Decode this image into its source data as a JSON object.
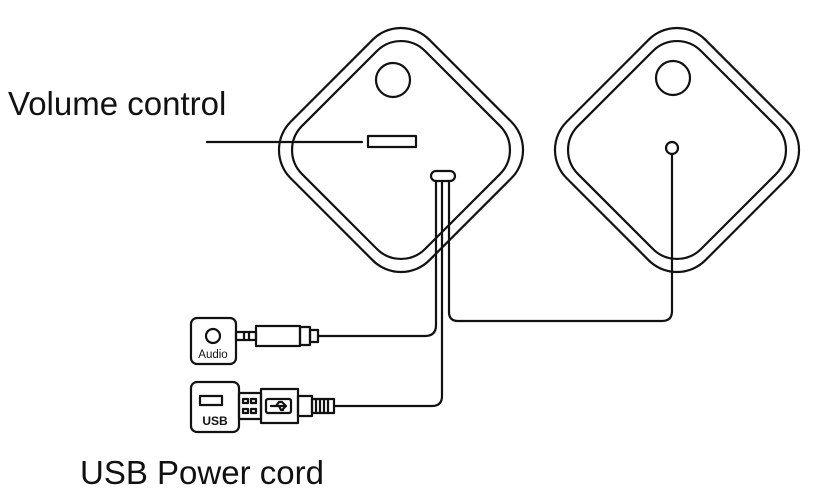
{
  "labels": {
    "volume_control": "Volume control",
    "usb_power_cord": "USB Power cord",
    "audio_jack": "Audio",
    "usb_port": "USB"
  },
  "colors": {
    "line": "#111111",
    "background": "#ffffff"
  },
  "icons": {
    "audio_port": "headphone-jack-icon",
    "usb_port": "usb-port-icon",
    "usb_symbol": "usb-symbol-icon"
  }
}
